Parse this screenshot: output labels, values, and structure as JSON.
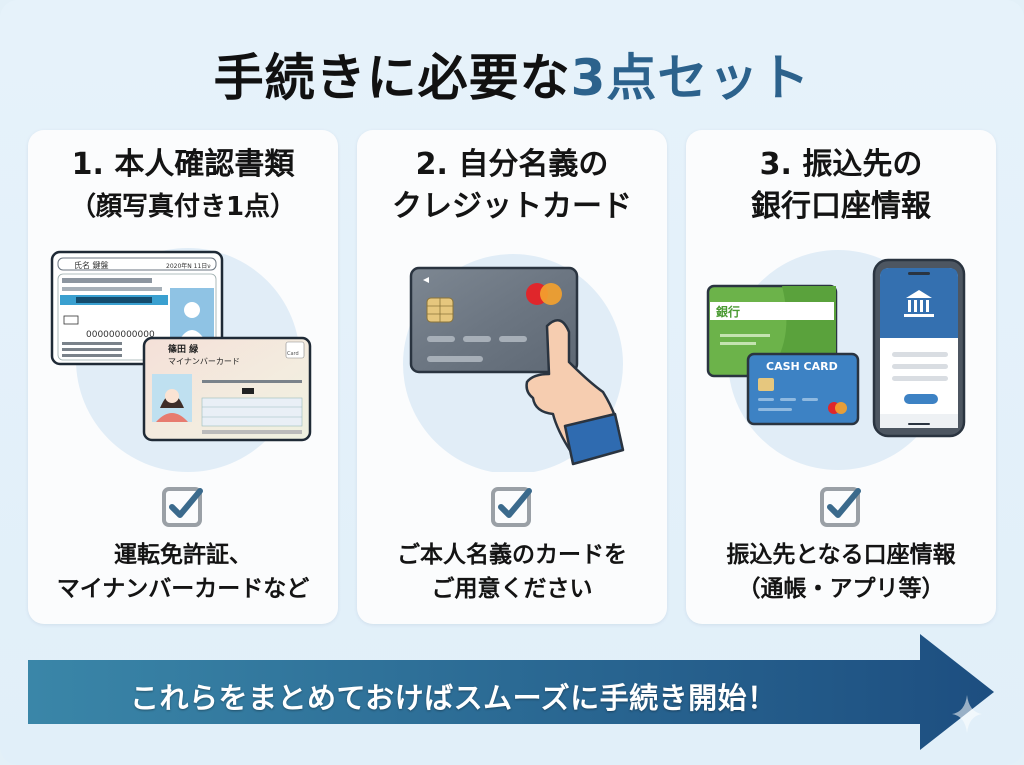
{
  "header": {
    "title_main": "手続きに必要な",
    "title_accent": "3点セット"
  },
  "colors": {
    "accent": "#2c628c",
    "background": "#e3f0f8",
    "card": "#fbfcfd",
    "banner_start": "#3a86a8",
    "banner_end": "#1d4e80",
    "check_mark": "#3b6a8c",
    "check_box": "#9aa0a6"
  },
  "cards": [
    {
      "heading_line1": "1. 本人確認書類",
      "heading_line2": "（顔写真付き1点）",
      "illustration": "id-cards-illustration",
      "illustration_text": {
        "license_top_name": "氏名 鍵盤",
        "license_year": "2020年N 11日ν",
        "license_number": "000000000000",
        "mynumber_name": "篠田 緑",
        "mynumber_title": "マイナンバーカード",
        "mynumber_badge": "Card"
      },
      "check_icon": "checkbox-checked-icon",
      "desc_line1": "運転免許証、",
      "desc_line2": "マイナンバーカードなど"
    },
    {
      "heading_line1": "2. 自分名義の",
      "heading_line2": "クレジットカード",
      "illustration": "credit-card-in-hand-illustration",
      "check_icon": "checkbox-checked-icon",
      "desc_line1": "ご本人名義のカードを",
      "desc_line2": "ご用意ください"
    },
    {
      "heading_line1": "3. 振込先の",
      "heading_line2": "銀行口座情報",
      "illustration": "bankbook-cashcard-phone-illustration",
      "illustration_text": {
        "bankbook_label": "銀行",
        "cashcard_label": "CASH CARD"
      },
      "check_icon": "checkbox-checked-icon",
      "desc_line1": "振込先となる口座情報",
      "desc_line2": "（通帳・アプリ等）"
    }
  ],
  "banner": {
    "text": "これらをまとめておけばスムーズに手続き開始！",
    "icon": "arrow-right-icon"
  }
}
